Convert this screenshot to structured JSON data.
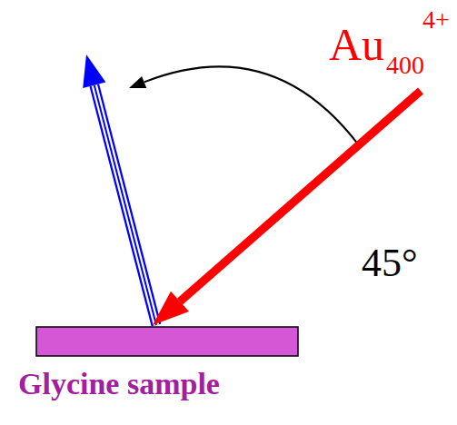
{
  "diagram": {
    "labels": [
      "Au",
      "400",
      "4+",
      "45°",
      "Glycine sample"
    ]
  }
}
